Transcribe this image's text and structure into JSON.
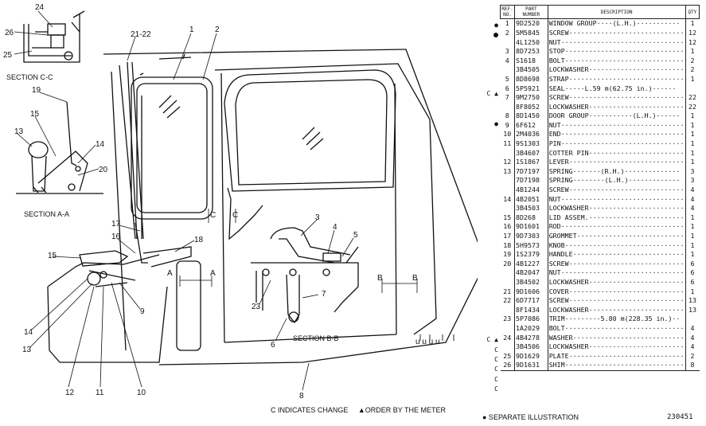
{
  "table_headers": {
    "ref": "REF. NO.",
    "part": "PART NUMBER",
    "desc": "DESCRIPTION",
    "qty": "QTY"
  },
  "parts": [
    {
      "ref": "1",
      "mark": "●",
      "part": "9D2520",
      "desc": "WINDOW GROUP····(L.H.)···········",
      "qty": "1"
    },
    {
      "ref": "2",
      "mark": "",
      "part": "5M5845",
      "desc": "SCREW·····························",
      "qty": "12"
    },
    {
      "ref": "",
      "mark": "",
      "part": "4L1250",
      "desc": "NUT·······························",
      "qty": "12"
    },
    {
      "ref": "3",
      "mark": "",
      "part": "8D7253",
      "desc": "STOP······························",
      "qty": "1"
    },
    {
      "ref": "4",
      "mark": "",
      "part": "S1618",
      "desc": "BOLT······························",
      "qty": "2"
    },
    {
      "ref": "",
      "mark": "",
      "part": "3B4505",
      "desc": "LOCKWASHER························",
      "qty": "2"
    },
    {
      "ref": "5",
      "mark": "",
      "part": "8D8698",
      "desc": "STRAP·····························",
      "qty": "1"
    },
    {
      "ref": "6",
      "mark": "C ▲",
      "part": "5P5921",
      "desc": "SEAL·····L.59 m(62.75 in.)······",
      "qty": ""
    },
    {
      "ref": "7",
      "mark": "",
      "part": "9M2750",
      "desc": "SCREW·····························",
      "qty": "22"
    },
    {
      "ref": "",
      "mark": "",
      "part": "8F8052",
      "desc": "LOCKWASHER························",
      "qty": "22"
    },
    {
      "ref": "8",
      "mark": "●",
      "part": "8D1450",
      "desc": "DOOR GROUP···········(L.H.)······",
      "qty": "1"
    },
    {
      "ref": "9",
      "mark": "",
      "part": "6F612",
      "desc": "NUT·······························",
      "qty": "1"
    },
    {
      "ref": "10",
      "mark": "",
      "part": "2M4036",
      "desc": "END·······························",
      "qty": "1"
    },
    {
      "ref": "11",
      "mark": "",
      "part": "9S1303",
      "desc": "PIN·······························",
      "qty": "1"
    },
    {
      "ref": "",
      "mark": "",
      "part": "3B4607",
      "desc": "COTTER PIN························",
      "qty": "1"
    },
    {
      "ref": "12",
      "mark": "",
      "part": "1S1867",
      "desc": "LEVER·····························",
      "qty": "1"
    },
    {
      "ref": "13",
      "mark": "",
      "part": "7D7197",
      "desc": "SPRING·······(R.H.)··············",
      "qty": "3"
    },
    {
      "ref": "",
      "mark": "",
      "part": "7D7198",
      "desc": "SPRING········(L.H.)·············",
      "qty": "3"
    },
    {
      "ref": "",
      "mark": "",
      "part": "4B1244",
      "desc": "SCREW·····························",
      "qty": "4"
    },
    {
      "ref": "14",
      "mark": "",
      "part": "4B2051",
      "desc": "NUT·······························",
      "qty": "4"
    },
    {
      "ref": "",
      "mark": "",
      "part": "3B4503",
      "desc": "LOCKWASHER························",
      "qty": "4"
    },
    {
      "ref": "15",
      "mark": "",
      "part": "8D268",
      "desc": "LID ASSEM.························",
      "qty": "1"
    },
    {
      "ref": "16",
      "mark": "",
      "part": "9D1601",
      "desc": "ROD·······························",
      "qty": "1"
    },
    {
      "ref": "17",
      "mark": "",
      "part": "9D7303",
      "desc": "GROMMET···························",
      "qty": "1"
    },
    {
      "ref": "18",
      "mark": "",
      "part": "5H9573",
      "desc": "KNOB······························",
      "qty": "1"
    },
    {
      "ref": "19",
      "mark": "",
      "part": "1S2379",
      "desc": "HANDLE····························",
      "qty": "1"
    },
    {
      "ref": "20",
      "mark": "",
      "part": "4B1227",
      "desc": "SCREW·····························",
      "qty": "6"
    },
    {
      "ref": "",
      "mark": "",
      "part": "4B2047",
      "desc": "NUT·······························",
      "qty": "6"
    },
    {
      "ref": "",
      "mark": "",
      "part": "3B4502",
      "desc": "LOCKWASHER························",
      "qty": "6"
    },
    {
      "ref": "21",
      "mark": "",
      "part": "9D1606",
      "desc": "COVER·····························",
      "qty": "1"
    },
    {
      "ref": "22",
      "mark": "",
      "part": "6D7717",
      "desc": "SCREW·····························",
      "qty": "13"
    },
    {
      "ref": "",
      "mark": "",
      "part": "8F1434",
      "desc": "LOCKWASHER························",
      "qty": "13"
    },
    {
      "ref": "23",
      "mark": "C ▲",
      "part": "5P7086",
      "desc": "TRIM·········5.80 m(228.35 in.)··",
      "qty": ""
    },
    {
      "ref": "",
      "mark": "C",
      "part": "1A2029",
      "desc": "BOLT······························",
      "qty": "4"
    },
    {
      "ref": "24",
      "mark": "C",
      "part": "4B4278",
      "desc": "WASHER····························",
      "qty": "4"
    },
    {
      "ref": "",
      "mark": "C",
      "part": "3B4506",
      "desc": "LOCKWASHER························",
      "qty": "4"
    },
    {
      "ref": "25",
      "mark": "C",
      "part": "9D1629",
      "desc": "PLATE·····························",
      "qty": "2"
    },
    {
      "ref": "26",
      "mark": "C",
      "part": "9D1631",
      "desc": "SHIM······························",
      "qty": "8"
    }
  ],
  "legend": {
    "change": "C INDICATES CHANGE",
    "meter": "▲ORDER BY THE METER",
    "separate": "● SEPARATE ILLUSTRATION",
    "figure_number": "230451"
  },
  "sections": {
    "cc": "SECTION C-C",
    "aa": "SECTION A-A",
    "bb": "SECTION B-B"
  },
  "view_letters": {
    "c": "C",
    "a": "A",
    "b": "B"
  },
  "callouts": [
    "24",
    "26",
    "25",
    "21-22",
    "1",
    "2",
    "19",
    "15",
    "13",
    "14",
    "20",
    "17",
    "16",
    "18",
    "15",
    "14",
    "13",
    "12",
    "11",
    "10",
    "9",
    "3",
    "4",
    "5",
    "23",
    "7",
    "6",
    "8"
  ],
  "detail_ticks": "u u u u"
}
